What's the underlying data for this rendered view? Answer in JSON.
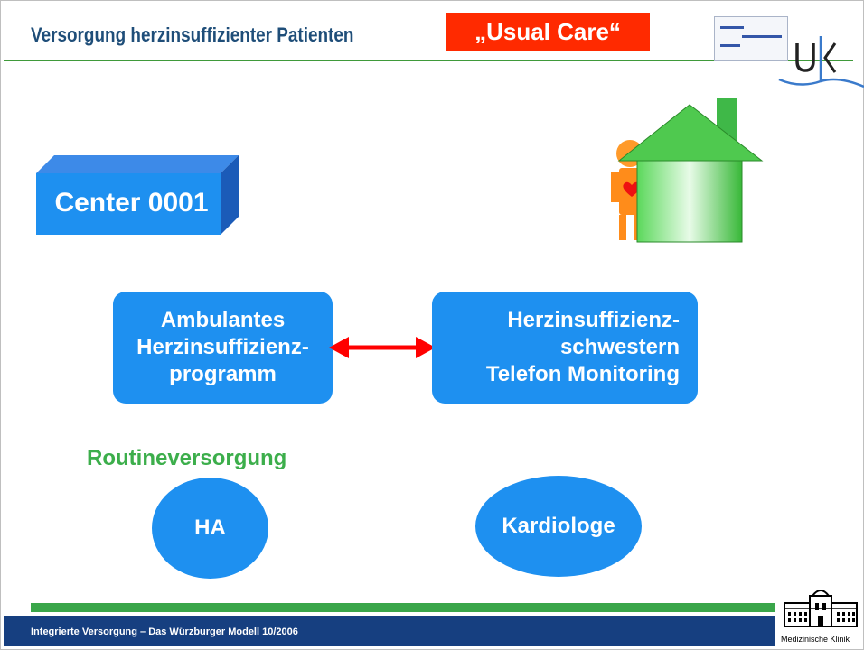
{
  "header": {
    "title": "Versorgung herzinsuffizienter Patienten",
    "badge": "„Usual Care“"
  },
  "center": {
    "label": "Center 0001"
  },
  "program_box": {
    "lines": [
      "Ambulantes",
      "Herzinsuffizienz-",
      "programm"
    ]
  },
  "nurse_box": {
    "lines": [
      "Herzinsuffizienz-",
      "schwestern",
      "Telefon Monitoring"
    ]
  },
  "routine": {
    "heading": "Routineversorgung",
    "items": [
      "HA",
      "Kardiologe"
    ]
  },
  "footer": {
    "text": "Integrierte Versorgung – Das Würzburger Modell  10/2006",
    "institution": "Medizinische Klinik"
  },
  "colors": {
    "title": "#1f4e79",
    "badge": "#ff2a00",
    "box": "#1e90f0",
    "routine": "#3cae4b",
    "footer_bar": "#163f80",
    "green_rule": "#3aa64a",
    "arrow": "#ff0000"
  },
  "icons": [
    "house-icon",
    "person-with-heart-icon",
    "double-arrow-icon",
    "university-building-icon",
    "ukw-logo"
  ]
}
